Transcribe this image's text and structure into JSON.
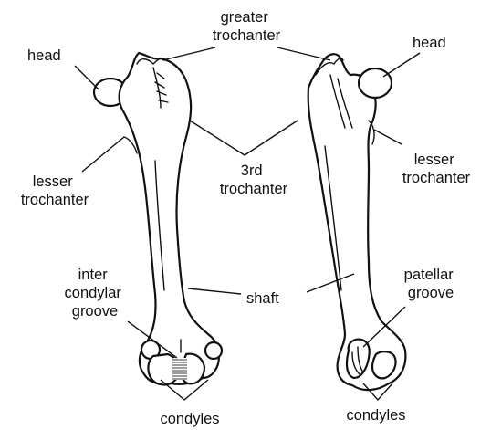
{
  "labels": {
    "head_left": "head",
    "head_right": "head",
    "greater_trochanter": [
      "greater",
      "trochanter"
    ],
    "lesser_trochanter_left": [
      "lesser",
      "trochanter"
    ],
    "lesser_trochanter_right": [
      "lesser",
      "trochanter"
    ],
    "third_trochanter": [
      "3rd",
      "trochanter"
    ],
    "shaft": "shaft",
    "inter_condylar_groove": [
      "inter",
      "condylar",
      "groove"
    ],
    "patellar_groove": [
      "patellar",
      "groove"
    ],
    "condyles_left": "condyles",
    "condyles_right": "condyles"
  }
}
